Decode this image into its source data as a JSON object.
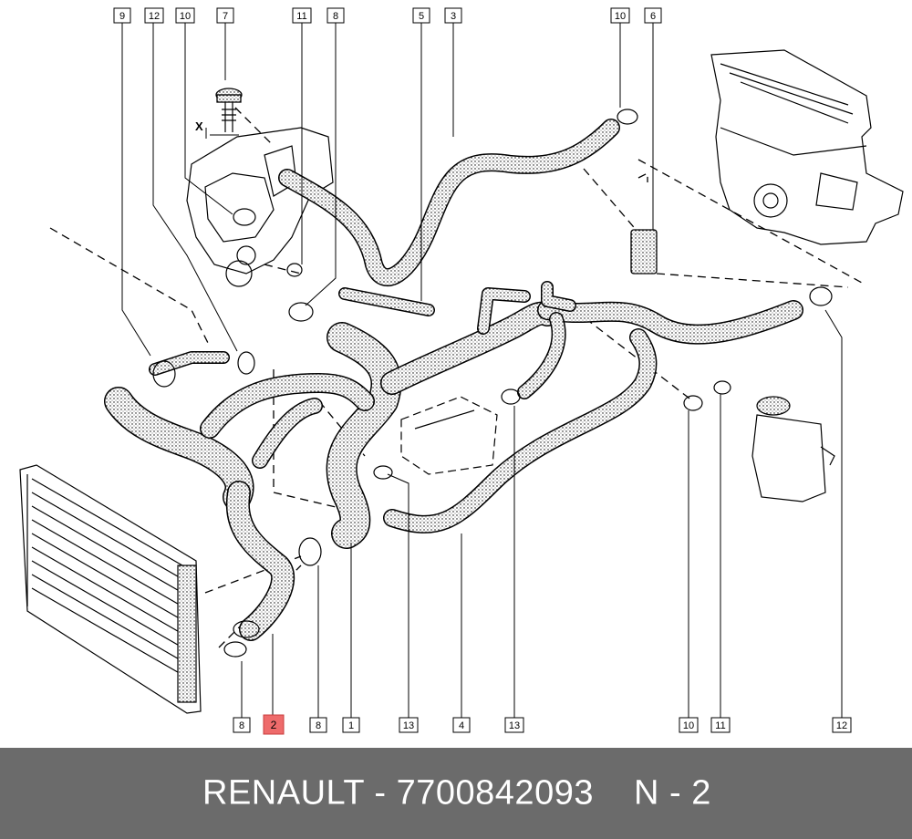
{
  "callouts": {
    "top": [
      "9",
      "12",
      "10",
      "7",
      "11",
      "8",
      "5",
      "3",
      "10",
      "6"
    ],
    "bottom": [
      "8",
      "2",
      "8",
      "1",
      "13",
      "4",
      "13",
      "10",
      "11",
      "12"
    ]
  },
  "x_label": "X",
  "highlight_color": "#ee6b6b",
  "footer": {
    "part_label": "RENAULT - 7700842093",
    "page_label": "N - 2",
    "background": "#6b6b6b"
  }
}
